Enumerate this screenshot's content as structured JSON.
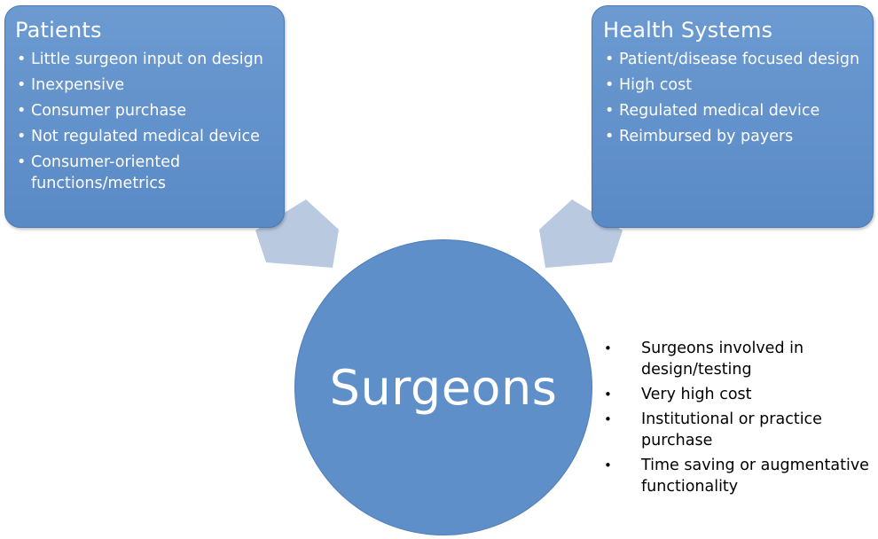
{
  "patients": {
    "title": "Patients",
    "items": [
      "Little surgeon input on design",
      "Inexpensive",
      "Consumer purchase",
      "Not regulated medical device",
      "Consumer-oriented functions/metrics"
    ]
  },
  "health_systems": {
    "title": "Health Systems",
    "items": [
      "Patient/disease focused design",
      "High cost",
      "Regulated medical device",
      "Reimbursed by payers"
    ]
  },
  "center": {
    "label": "Surgeons"
  },
  "surgeons": {
    "items": [
      "Surgeons involved in design/testing",
      "Very high cost",
      "Institutional or practice purchase",
      "Time saving or augmentative functionality"
    ]
  },
  "colors": {
    "box_fill": "#5f8fc9",
    "arrow_fill": "#b8c9e0",
    "text_light": "#ffffff",
    "text_dark": "#000000"
  }
}
